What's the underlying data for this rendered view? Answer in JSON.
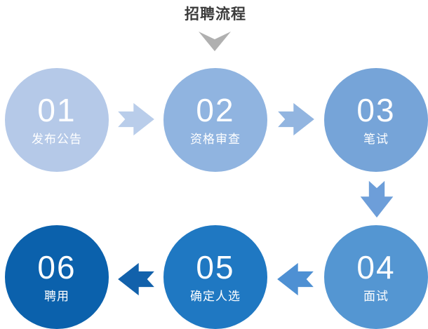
{
  "title": "招聘流程",
  "colors": {
    "background": "#ffffff",
    "title_text": "#3c3c3c",
    "pointer_gray": "#b0b0b0",
    "text_on_circle": "#ffffff"
  },
  "steps": [
    {
      "number": "01",
      "label": "发布公告",
      "color": "#b5c9e8"
    },
    {
      "number": "02",
      "label": "资格审查",
      "color": "#90b4e0"
    },
    {
      "number": "03",
      "label": "笔试",
      "color": "#76a4d8"
    },
    {
      "number": "04",
      "label": "面试",
      "color": "#5496d2"
    },
    {
      "number": "05",
      "label": "确定人选",
      "color": "#1f78c2"
    },
    {
      "number": "06",
      "label": "聘用",
      "color": "#0b61ac"
    }
  ],
  "arrows": [
    {
      "name": "arrow-step1-to-step2",
      "direction": "right",
      "color": "#b9cdea"
    },
    {
      "name": "arrow-step2-to-step3",
      "direction": "right",
      "color": "#92b5e0"
    },
    {
      "name": "arrow-step3-to-step4",
      "direction": "down",
      "color": "#6d9ed9"
    },
    {
      "name": "arrow-step4-to-step5",
      "direction": "left",
      "color": "#4e90d3"
    },
    {
      "name": "arrow-step5-to-step6",
      "direction": "left",
      "color": "#1261ab"
    }
  ]
}
